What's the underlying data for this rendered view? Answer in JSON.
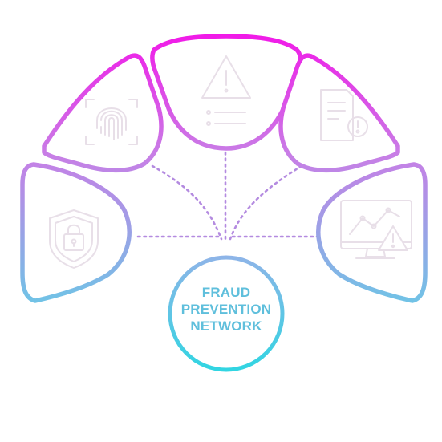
{
  "hub": {
    "lines": [
      "FRAUD",
      "PREVENTION",
      "NETWORK"
    ]
  },
  "petals": [
    {
      "id": "left",
      "icon": "padlock-shield-icon"
    },
    {
      "id": "upper-left",
      "icon": "fingerprint-scan-icon"
    },
    {
      "id": "top",
      "icon": "warning-checklist-icon"
    },
    {
      "id": "upper-right",
      "icon": "document-alert-icon"
    },
    {
      "id": "right",
      "icon": "monitor-chart-alert-icon"
    }
  ],
  "colors": {
    "gradient_top": "#f218e8",
    "gradient_mid": "#b98ae6",
    "gradient_bottom": "#6fc4e6",
    "hub_stroke": "#6ec9ea",
    "hub_text": "#5fbfdc",
    "connector": "#b48be0",
    "icon_stroke": "#e6dfe8"
  }
}
